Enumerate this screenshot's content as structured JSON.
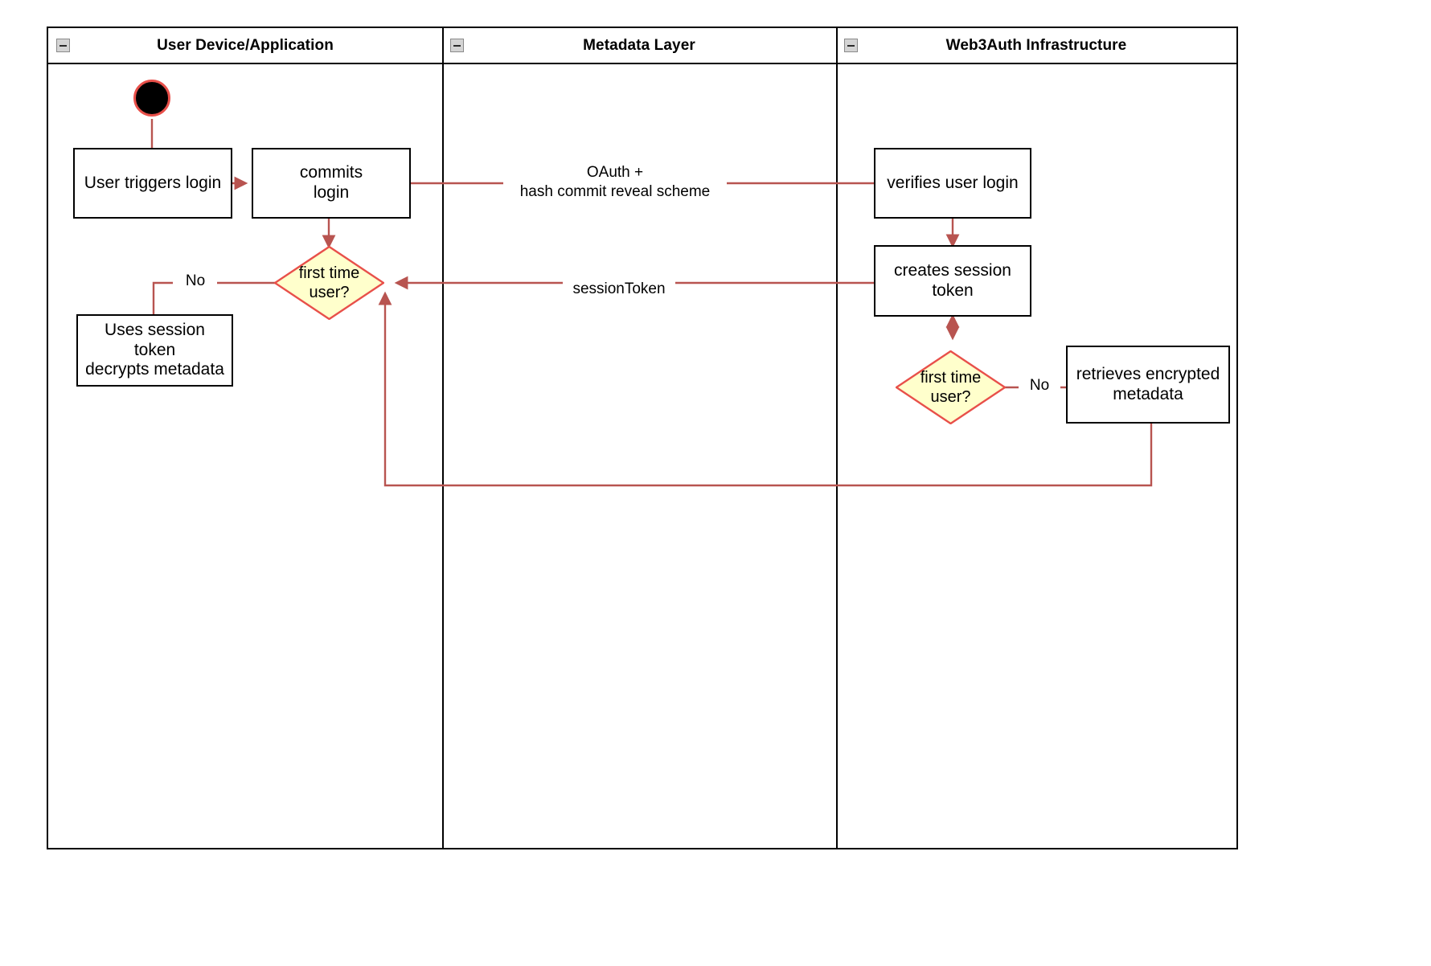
{
  "diagram": {
    "type": "uml-activity-swimlane",
    "edge_color": "#b85450",
    "decision_fill": "#ffffcc",
    "decision_stroke": "#e8504a",
    "node_stroke": "#000000",
    "lanes": [
      {
        "id": "user-device",
        "title": "User Device/Application",
        "collapse_icon": "collapse-minus-icon"
      },
      {
        "id": "metadata-layer",
        "title": "Metadata Layer",
        "collapse_icon": "collapse-minus-icon"
      },
      {
        "id": "web3auth",
        "title": "Web3Auth Infrastructure",
        "collapse_icon": "collapse-minus-icon"
      }
    ],
    "nodes": {
      "start": {
        "name": "start-node",
        "shape": "filled-circle"
      },
      "user_triggers_login": {
        "label": "User triggers login",
        "shape": "rectangle"
      },
      "commits_login": {
        "label": "commits\nlogin",
        "line1": "commits",
        "line2": "login",
        "shape": "rectangle"
      },
      "decision_user": {
        "line1": "first time",
        "line2": "user?",
        "shape": "diamond"
      },
      "uses_session_token": {
        "line1": "Uses session",
        "line2": "token",
        "line3": "decrypts metadata",
        "shape": "rectangle"
      },
      "verifies_user_login": {
        "label": "verifies user login",
        "shape": "rectangle"
      },
      "creates_session_token": {
        "line1": "creates session",
        "line2": "token",
        "shape": "rectangle"
      },
      "decision_infra": {
        "line1": "first time",
        "line2": "user?",
        "shape": "diamond"
      },
      "retrieves_metadata": {
        "line1": "retrieves encrypted",
        "line2": "metadata",
        "shape": "rectangle"
      }
    },
    "edge_labels": {
      "oauth": {
        "line1": "OAuth +",
        "line2": "hash commit reveal scheme"
      },
      "session_token": "sessionToken",
      "no_left": "No",
      "no_right": "No"
    }
  }
}
